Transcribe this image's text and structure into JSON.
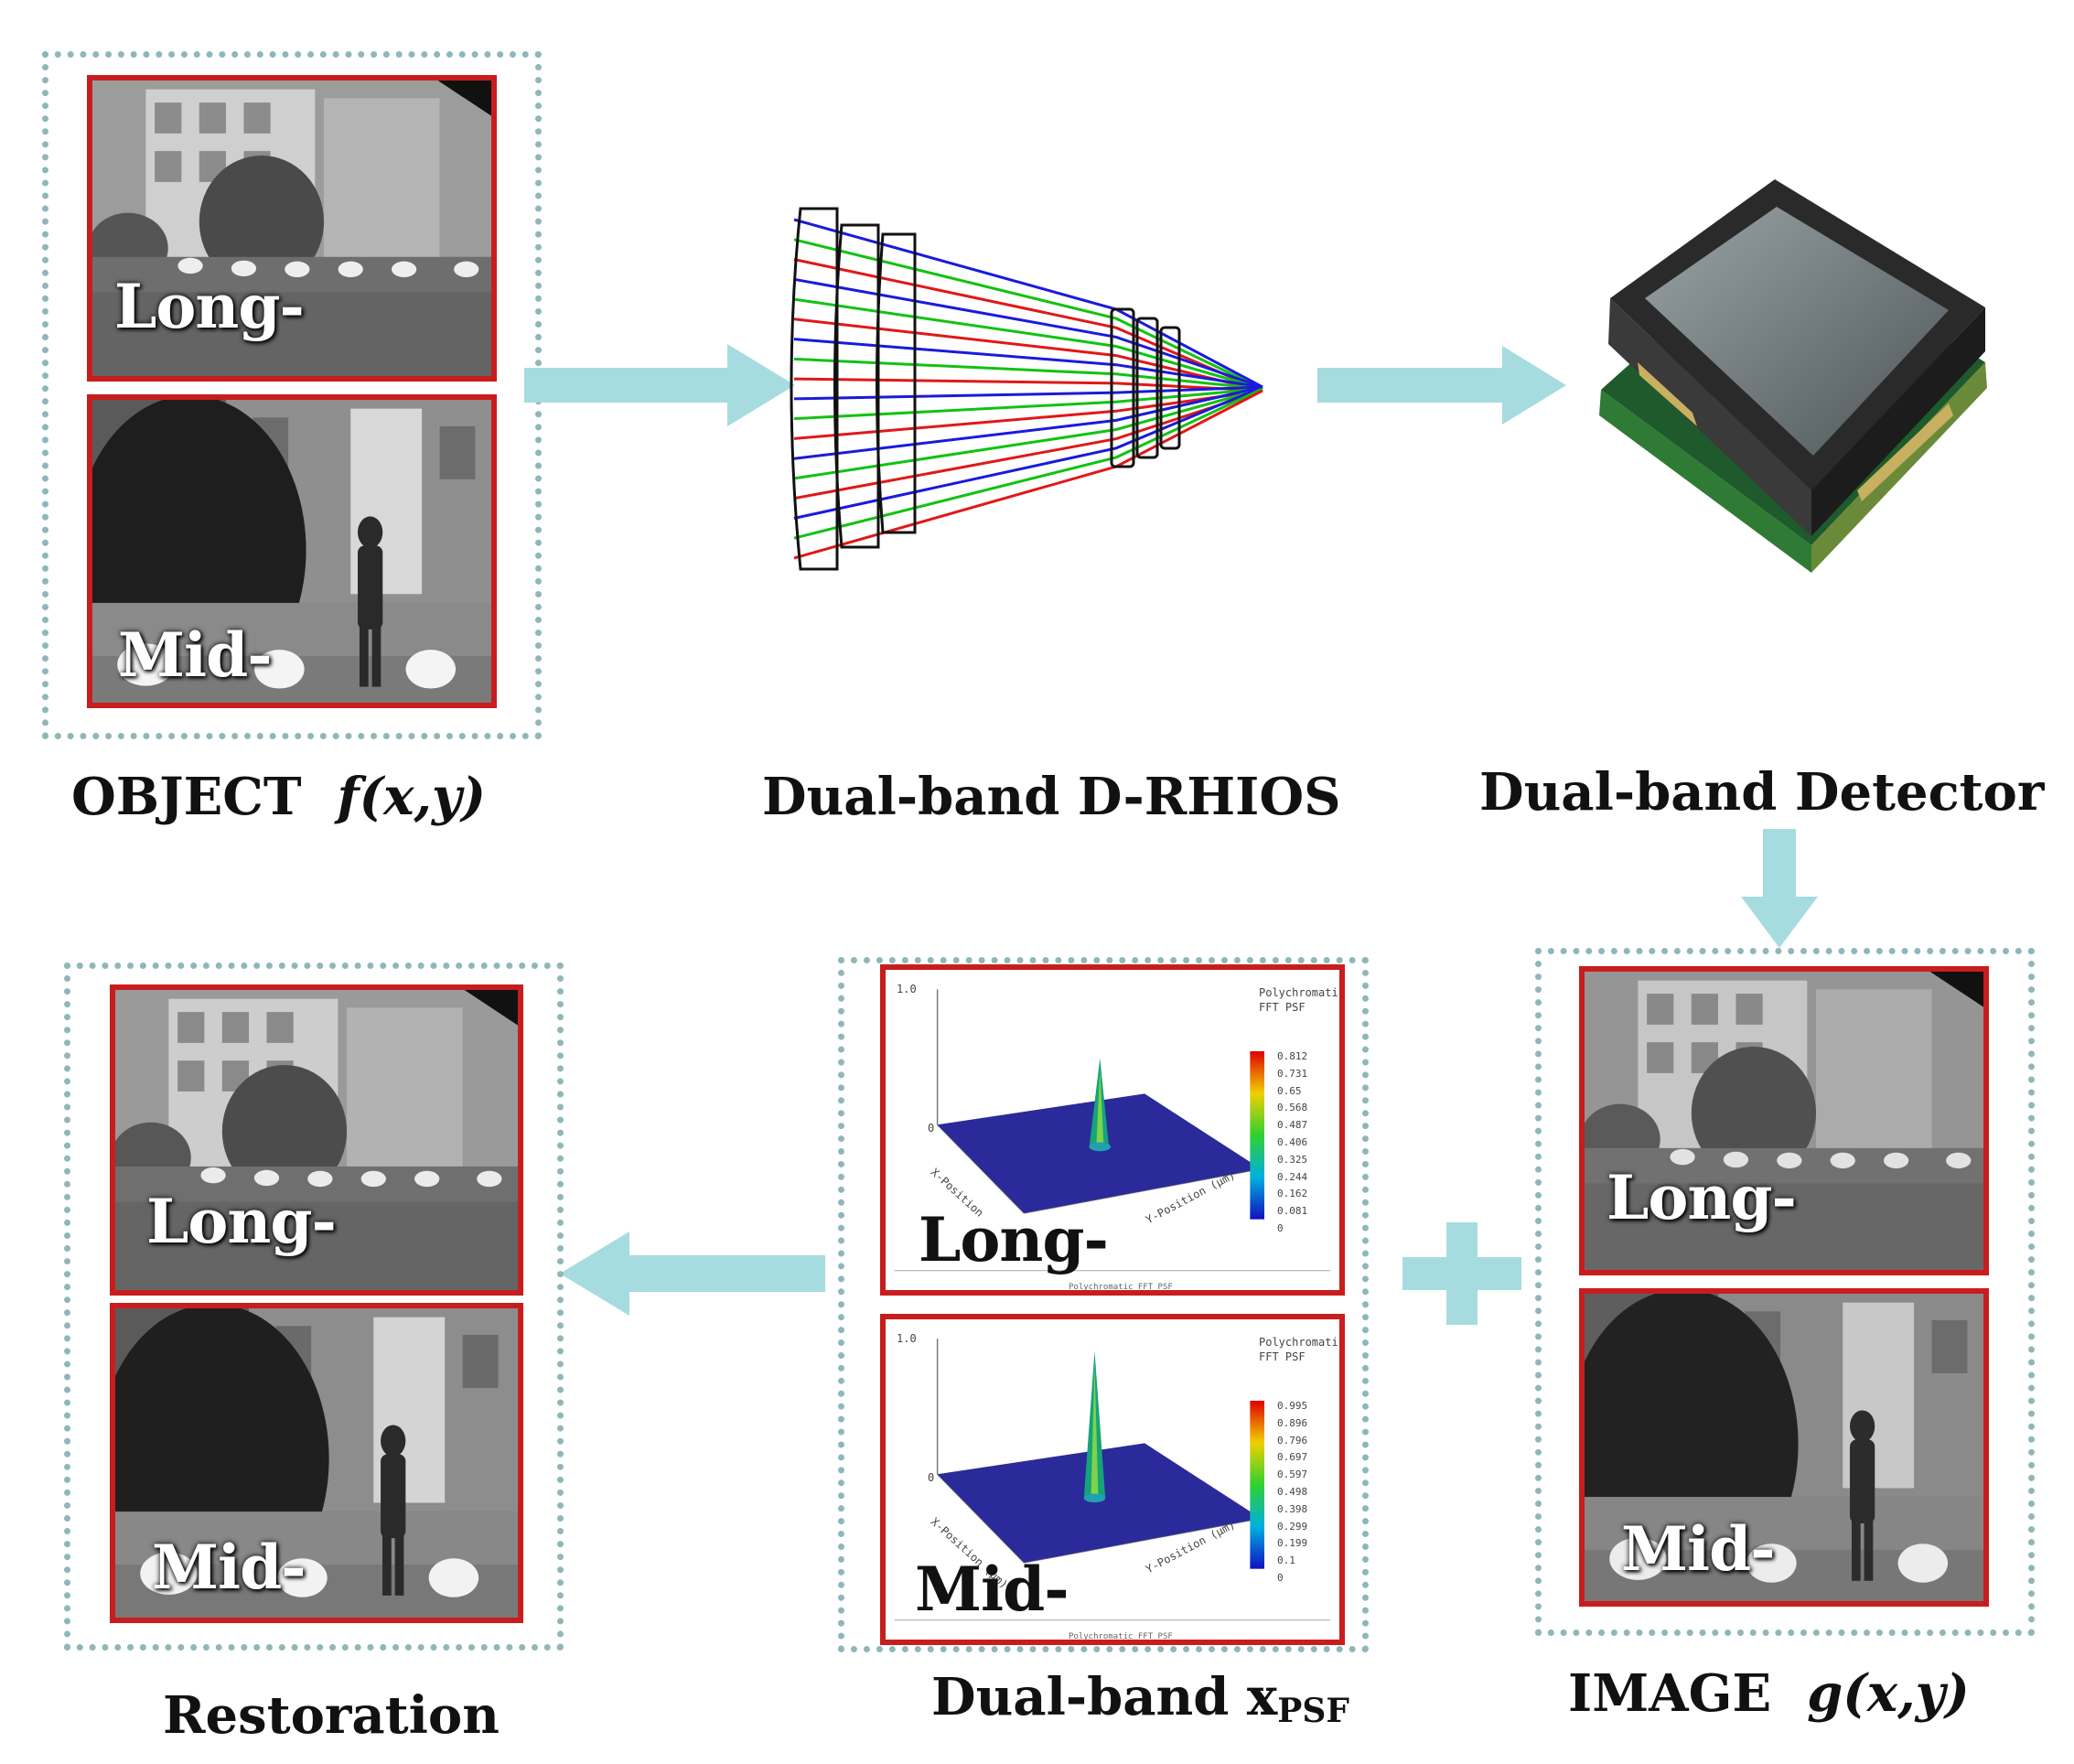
{
  "object": {
    "caption": "OBJECT",
    "caption_fn": "f(x,y)",
    "long_label": "Long-",
    "mid_label": "Mid-"
  },
  "optics": {
    "caption": "Dual-band D-RHIOS"
  },
  "detector": {
    "caption": "Dual-band Detector"
  },
  "image": {
    "caption": "IMAGE",
    "caption_fn": "g(x,y)",
    "long_label": "Long-",
    "mid_label": "Mid-"
  },
  "psf": {
    "caption_main": "Dual-band x",
    "caption_sub": "PSF",
    "long_label": "Long-",
    "mid_label": "Mid-",
    "long_plot": {
      "title_line1": "Polychromatic",
      "title_line2": "FFT PSF",
      "axis_top": "1.0",
      "axis_zero": "0",
      "x_axis_label": "X-Position",
      "y_axis_label": "Y-Position (μm)",
      "footer": "Polychromatic FFT PSF",
      "scale": [
        "0.812",
        "0.731",
        "0.65",
        "0.568",
        "0.487",
        "0.406",
        "0.325",
        "0.244",
        "0.162",
        "0.081",
        "0"
      ]
    },
    "mid_plot": {
      "title_line1": "Polychromatic",
      "title_line2": "FFT PSF",
      "axis_top": "1.0",
      "axis_zero": "0",
      "x_axis_label": "X-Position (μm)",
      "y_axis_label": "Y-Position (μm)",
      "footer": "Polychromatic FFT PSF",
      "scale": [
        "0.995",
        "0.896",
        "0.796",
        "0.697",
        "0.597",
        "0.498",
        "0.398",
        "0.299",
        "0.199",
        "0.1",
        "0"
      ]
    }
  },
  "restoration": {
    "caption": "Restoration",
    "long_label": "Long-",
    "mid_label": "Mid-"
  },
  "colors": {
    "frame_red": "#c91d1d",
    "dotted_border": "#8fb7ba",
    "arrow": "#a6dcdf",
    "ray_blue": "#1a1adc",
    "ray_green": "#12c212",
    "ray_red": "#e01818",
    "psf_plane": "#2a2a9a"
  }
}
